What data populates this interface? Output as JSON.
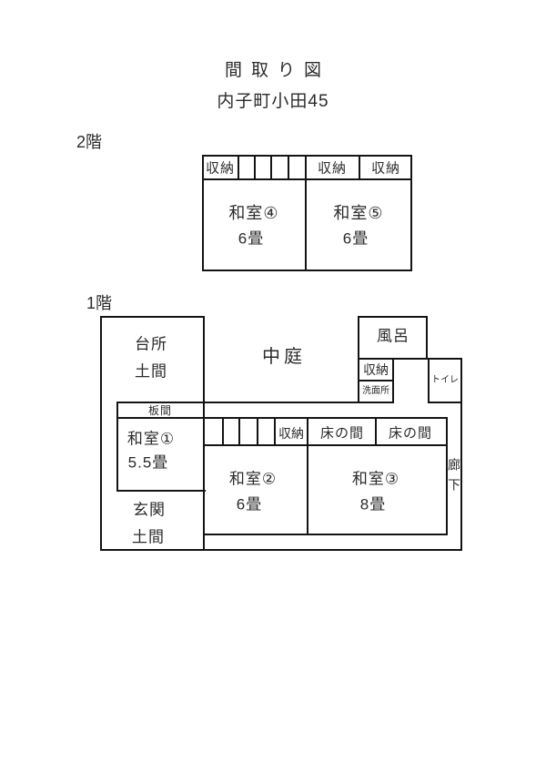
{
  "page": {
    "title": "間取り図",
    "subtitle": "内子町小田45"
  },
  "floor2": {
    "label": "2階",
    "storage_left": "収納",
    "storage_mid": "収納",
    "storage_right": "収納",
    "room4_name": "和室④",
    "room4_size": "6畳",
    "room5_name": "和室⑤",
    "room5_size": "6畳"
  },
  "floor1": {
    "label": "1階",
    "kitchen_line1": "台所",
    "kitchen_line2": "土間",
    "courtyard": "中庭",
    "bath": "風呂",
    "bath_storage": "収納",
    "washroom": "洗面所",
    "toilet": "トイレ",
    "wood_floor_strip": "板間",
    "room1_name": "和室①",
    "room1_size": "5.5畳",
    "storage": "収納",
    "tokonoma_left": "床の間",
    "tokonoma_right": "床の間",
    "room2_name": "和室②",
    "room2_size": "6畳",
    "room3_name": "和室③",
    "room3_size": "8畳",
    "entrance_line1": "玄関",
    "entrance_line2": "土間",
    "corridor": "廊下"
  }
}
